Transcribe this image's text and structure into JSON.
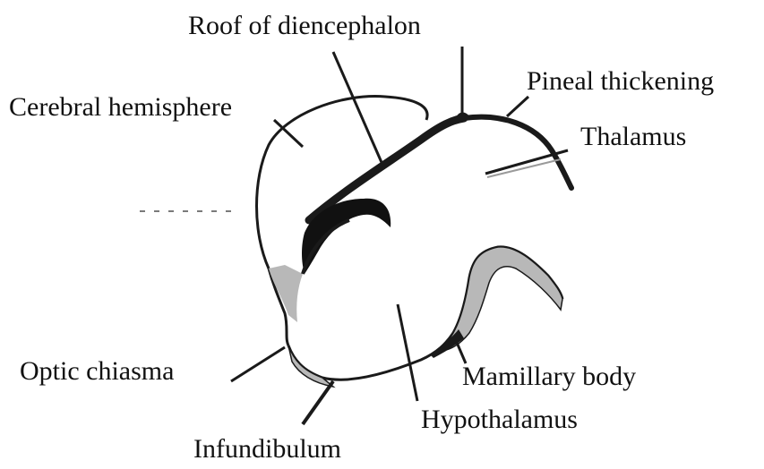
{
  "labels": {
    "roof": "Roof of diencephalon",
    "cerebral": "Cerebral hemisphere",
    "pineal": "Pineal thickening",
    "thalamus": "Thalamus",
    "optic": "Optic chiasma",
    "mamillary": "Mamillary body",
    "hypothalamus": "Hypothalamus",
    "infundibulum": "Infundibulum"
  },
  "colors": {
    "outline": "#1a1a1a",
    "tissue_fill": "#b8b8b8",
    "background": "#ffffff"
  }
}
